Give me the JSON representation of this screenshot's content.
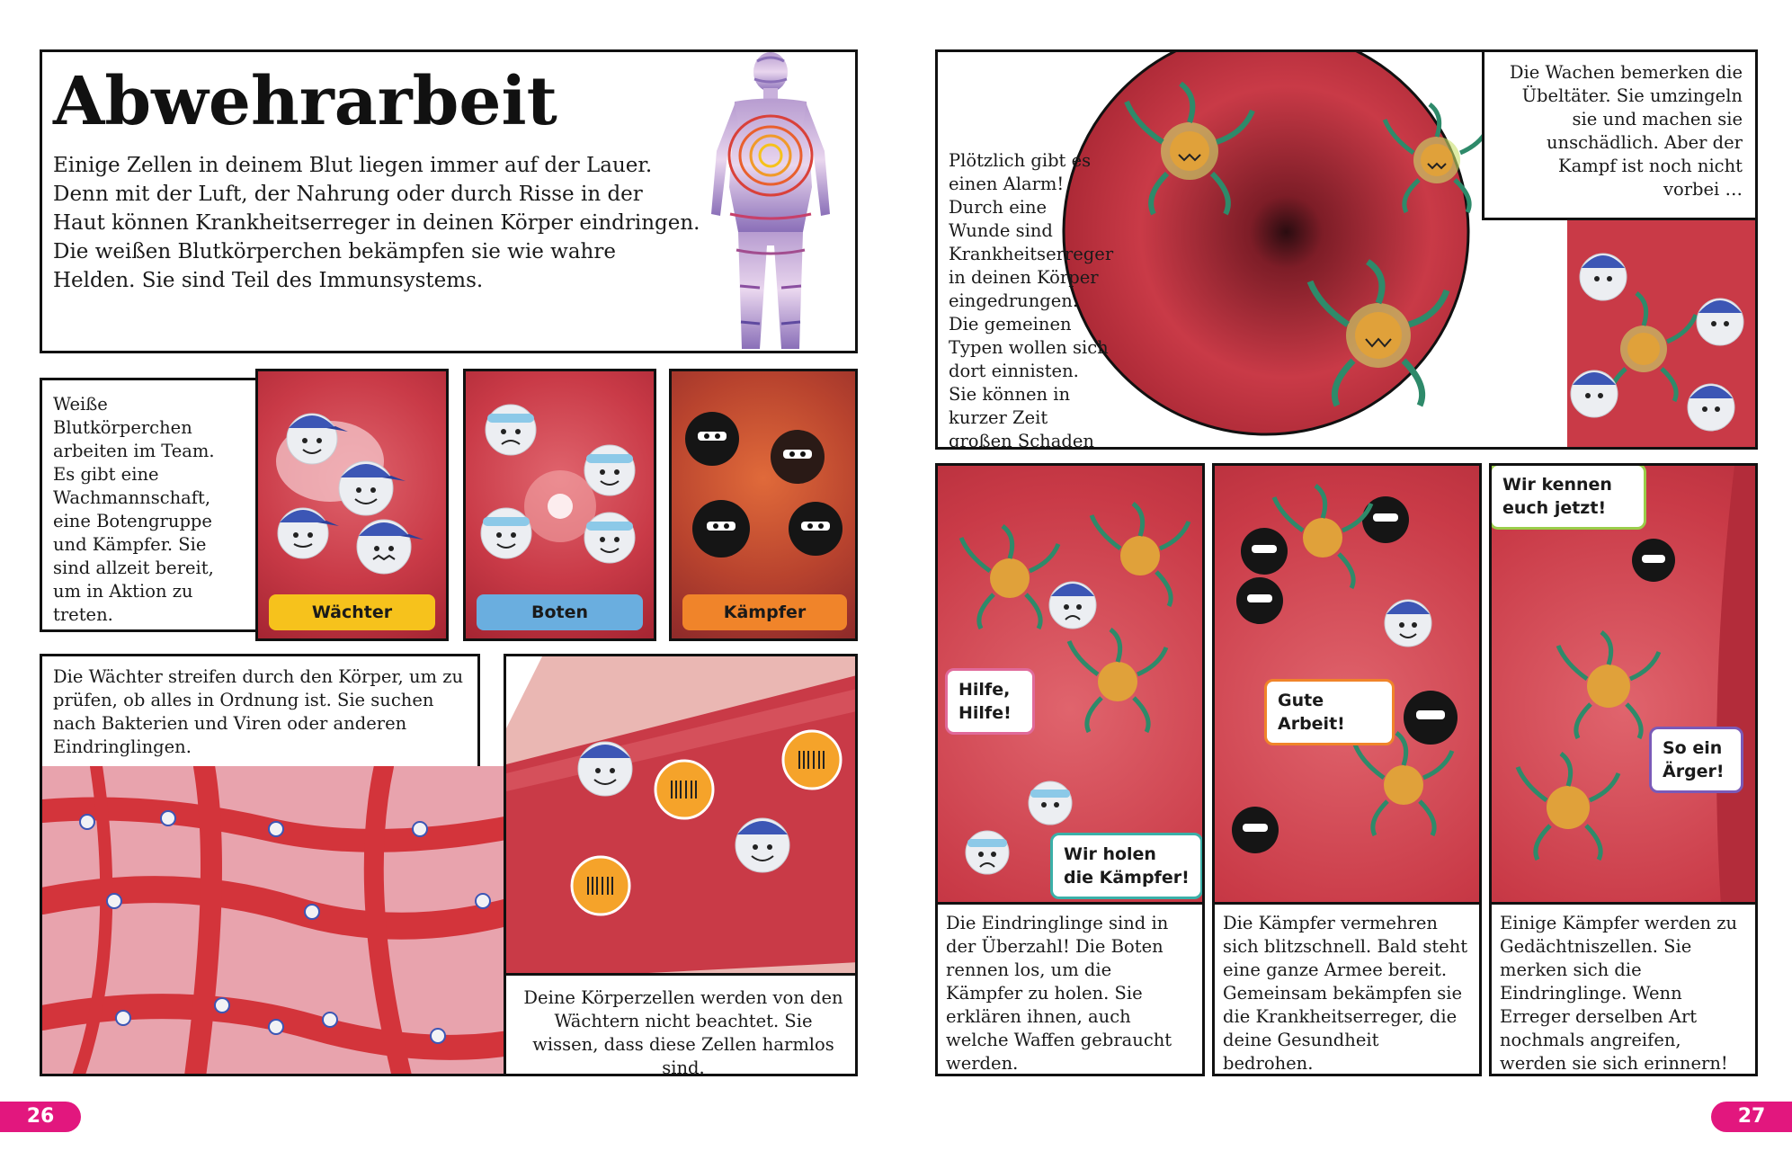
{
  "left_page": {
    "title": "Abwehrarbeit",
    "intro": "Einige Zellen in deinem Blut liegen immer auf der Lauer. Denn mit der Luft, der Nahrung oder durch Risse in der Haut können Krankheitserreger in deinen Körper eindringen. Die weißen Blutkörperchen bekämpfen sie wie wahre Helden. Sie sind Teil des Immunsystems.",
    "team_text": "Weiße Blutkörperchen arbeiten im Team. Es gibt eine Wachmannschaft, eine Botengruppe und Kämpfer. Sie sind allzeit bereit, um in Aktion zu treten.",
    "team_labels": [
      "Wächter",
      "Boten",
      "Kämpfer"
    ],
    "patrol_text": "Die Wächter streifen durch den Körper, um zu prüfen, ob alles in Ordnung ist. Sie suchen nach Bakterien und Viren oder anderen Eindringlingen.",
    "cells_text": "Deine Körperzellen werden von den Wächtern nicht beachtet. Sie wissen, dass diese Zellen harmlos sind.",
    "page_number": "26"
  },
  "right_page": {
    "alarm_text": "Plötzlich gibt es einen Alarm! Durch eine Wunde sind Krankheitserreger in deinen Körper eingedrungen. Die gemeinen Typen wollen sich dort einnisten. Sie können in kurzer Zeit großen Schaden in deinen Zellen anrichten.",
    "guards_text": "Die Wachen bemerken die Übeltäter. Sie umzingeln sie und machen sie unschädlich. Aber der Kampf ist noch nicht vorbei …",
    "bubbles": {
      "help": "Hilfe, Hilfe!",
      "fighters": "Wir holen die Kämpfer!",
      "good_work": "Gute Arbeit!",
      "know_you": "Wir kennen euch jetzt!",
      "annoyed": "So ein Ärger!"
    },
    "caption_1": "Die Eindringlinge sind in der Überzahl! Die Boten rennen los, um die Kämpfer zu holen. Sie erklären ihnen, auch welche Waffen gebraucht werden.",
    "caption_2": "Die Kämpfer vermehren sich blitzschnell. Bald steht eine ganze Armee bereit. Gemeinsam bekämpfen sie die Krankheitserreger, die deine Gesundheit bedrohen.",
    "caption_3": "Einige Kämpfer werden zu Gedächtniszellen. Sie merken sich die Eindringlinge. Wenn Erreger derselben Art nochmals angreifen, werden sie sich erinnern!",
    "page_number": "27"
  },
  "colors": {
    "guard_label": "#f6c21c",
    "messenger_label": "#6aaedf",
    "fighter_label": "#f0842a",
    "page_tab": "#e2177e",
    "blood": "#c93a47"
  }
}
